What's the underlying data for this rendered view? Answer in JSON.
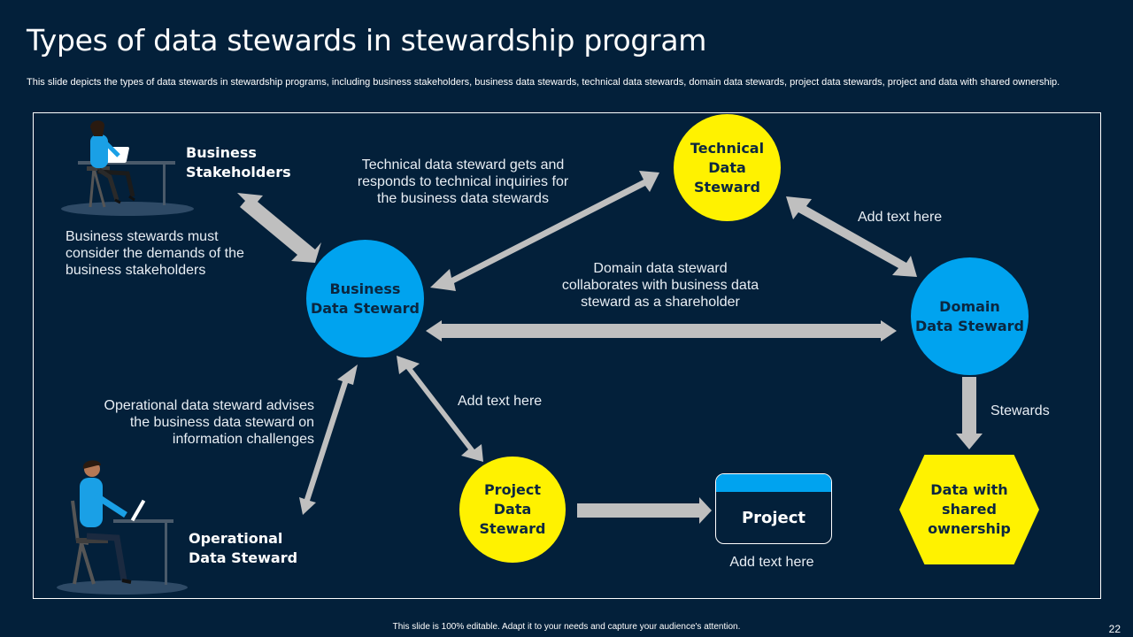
{
  "title": "Types of data stewards in stewardship program",
  "subtitle": "This slide depicts the types of data stewards in stewardship programs, including business stakeholders, business data stewards, technical data stewards, domain data stewards, project data stewards, project and data with shared ownership.",
  "colors": {
    "background": "#03203a",
    "blue": "#00a3ef",
    "yellow": "#fff200",
    "arrow": "#bfbfbf",
    "text_dark": "#0b2740"
  },
  "nodes": {
    "business_data_steward": "Business\nData Steward",
    "technical_data_steward": "Technical\nData Steward",
    "domain_data_steward": "Domain\nData Steward",
    "project_data_steward": "Project\nData Steward",
    "project": "Project",
    "data_shared_ownership": "Data with\nshared ownership"
  },
  "people": {
    "business_stakeholders": "Business\nStakeholders",
    "operational_data_steward": "Operational\nData Steward"
  },
  "notes": {
    "business_stewards": "Business stewards must\nconsider the demands of the\nbusiness stakeholders",
    "technical": "Technical data steward gets and\nresponds to technical inquiries for\nthe business data stewards",
    "technical_domain": "Add text here",
    "domain": "Domain data steward\ncollaborates with business data\nsteward as a shareholder",
    "stewards": "Stewards",
    "operational": "Operational data steward advises\nthe business data steward on\ninformation challenges",
    "project_arrow": "Add text here",
    "project_box": "Add text here"
  },
  "footer": "This slide is 100% editable.  Adapt it to your needs and capture your audience's attention.",
  "page_number": "22"
}
